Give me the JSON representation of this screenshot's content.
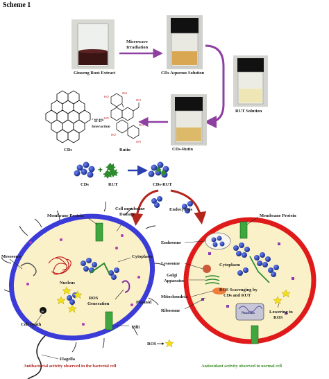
{
  "title": "Scheme 1",
  "labels": {
    "ginseng": "Ginseng Root Extract",
    "microwave1": "Microwave",
    "microwave2": "Irradiation",
    "cds_aq": "CDs Aqueous Solution",
    "rut_solution": "RUT Solution",
    "pi_pi_1": "Π-Π*",
    "pi_pi_2": "Interaction",
    "cds": "CDs",
    "rutin": "Rutin",
    "cds_rutin": "CDs-Rutin",
    "cds_leg": "CDs",
    "plus": "+",
    "rut_leg": "RUT",
    "cds_rut_leg": "CDs-RUT",
    "membrane_protein_l": "Membrane Protein",
    "cell_membrane_1": "Cell membrane",
    "cell_membrane_2": "Damage",
    "endocytosis": "Endocytosis",
    "membrane_protein_r": "Membrane Protein",
    "mesosome": "Mesosome",
    "nucleus": "Nucleus",
    "cytoplasm_l": "Cytoplasm",
    "ros_gen_1": "ROS",
    "ros_gen_2": "Generation",
    "plasmid": "Plasmid",
    "cell_death": "Cell Death",
    "flagella": "Flagella",
    "pilli": "Pilli",
    "endosome": "Endosome",
    "lysosome": "Lysosome",
    "golgi_1": "Golgi",
    "golgi_2": "Apparatus",
    "mitochondria": "Mitochondria",
    "ribosome": "Ribosome",
    "cytoplasm_r": "Cytoplasm",
    "ros_scav_1": "ROS Scavenging by",
    "ros_scav_2": "CDs and RUT",
    "nucleus_r": "Nucleus",
    "lowering_1": "Lowering in",
    "lowering_2": "ROS",
    "ros_legend": "ROS",
    "caption_left": "Antibacterial activity observed in the bacterial cell",
    "caption_right": "Antioxidant activity observed in normal cell"
  },
  "colors": {
    "arrow_purple": "#8e3fa0",
    "bacterial_border": "#3b3bd8",
    "normal_border": "#e01a1a",
    "cell_fill": "#fbf1c9",
    "cd_blue": "#1f3fb5",
    "rut_green": "#2e8b2e",
    "ros_yellow": "#f2df1a"
  }
}
